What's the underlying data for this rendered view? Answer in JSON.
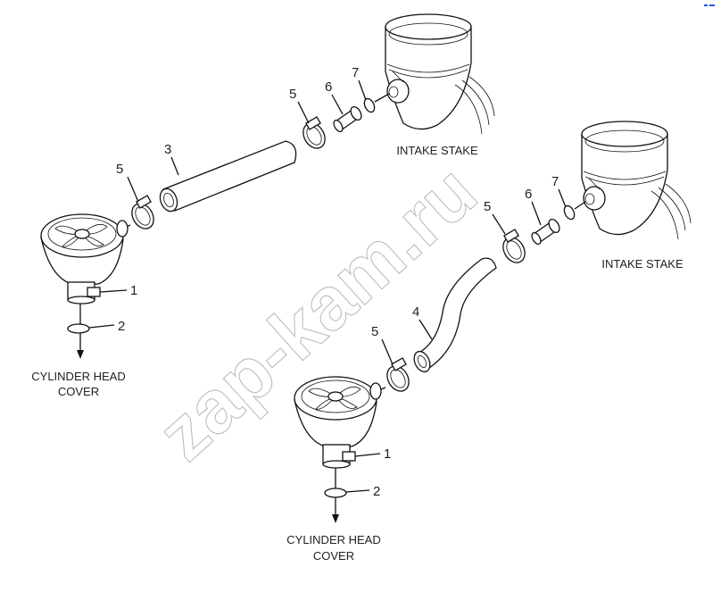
{
  "diagram": {
    "watermark": "zap-kam.ru",
    "left_assembly": {
      "callouts": {
        "c1": "1",
        "c2": "2",
        "c3": "3",
        "c5a": "5",
        "c5b": "5",
        "c6": "6",
        "c7": "7"
      },
      "bottom_label_line1": "CYLINDER HEAD",
      "bottom_label_line2": "COVER",
      "top_label": "INTAKE STAKE"
    },
    "right_assembly": {
      "callouts": {
        "c1": "1",
        "c2": "2",
        "c4": "4",
        "c5a": "5",
        "c5b": "5",
        "c6": "6",
        "c7": "7"
      },
      "bottom_label_line1": "CYLINDER HEAD",
      "bottom_label_line2": "COVER",
      "top_label": "INTAKE STAKE"
    },
    "colors": {
      "line": "#111111",
      "watermark": "#bdbdbd",
      "corner_mark": "#1e5bd6"
    }
  }
}
